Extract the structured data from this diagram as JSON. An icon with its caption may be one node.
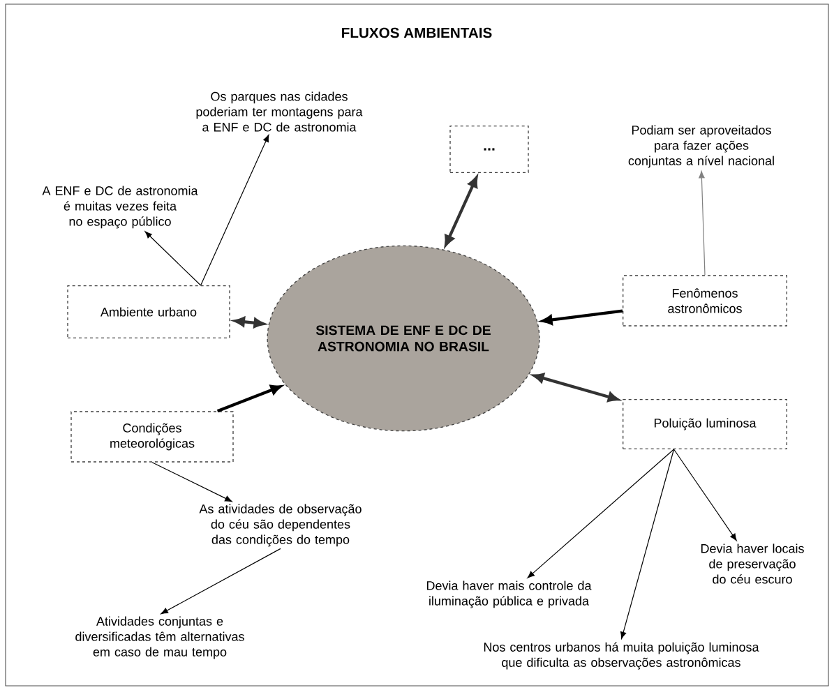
{
  "diagram": {
    "title": "FLUXOS AMBIENTAIS",
    "nodes": [
      {
        "text": [
          "SISTEMA DE ENF E DC DE ASTRONOMIA NO BRASIL"
        ]
      },
      {
        "text": [
          "..."
        ]
      },
      {
        "text": [
          "Ambiente urbano"
        ]
      },
      {
        "text": [
          "Fenômenos astronômicos"
        ]
      },
      {
        "text": [
          "Condições meteorológicas"
        ]
      },
      {
        "text": [
          "Poluição luminosa"
        ]
      },
      {
        "text": [
          "Os parques nas cidades poderiam ter montagens para a ENF e DC de astronomia"
        ]
      },
      {
        "text": [
          "A ENF e DC de astronomia é muitas vezes feita no espaço público"
        ]
      },
      {
        "text": [
          "Podiam ser aproveitados para fazer ações conjuntas a nível nacional"
        ]
      },
      {
        "text": [
          "As atividades de observação do céu são dependentes das condições do tempo"
        ]
      },
      {
        "text": [
          "Atividades conjuntas e diversificadas têm alternativas em caso de mau tempo"
        ]
      },
      {
        "text": [
          "Devia haver mais controle da iluminação pública e privada"
        ]
      },
      {
        "text": [
          "Devia haver locais de preservação do céu escuro"
        ]
      },
      {
        "text": [
          "Nos centros urbanos há muita poluição luminosa que dificulta as observações astronômicas"
        ]
      }
    ],
    "edges": [
      {
        "from": 0,
        "to": 1,
        "arrow": "both",
        "style": "thick",
        "color": "#333333"
      },
      {
        "from": 2,
        "to": 0,
        "arrow": "both",
        "style": "thick",
        "color": "#333333"
      },
      {
        "from": 3,
        "to": 0,
        "arrow": "to",
        "style": "thick"
      },
      {
        "from": 4,
        "to": 0,
        "arrow": "to",
        "style": "thick"
      },
      {
        "from": 0,
        "to": 5,
        "arrow": "both",
        "style": "thick",
        "color": "#333333"
      },
      {
        "from": 2,
        "to": 6,
        "arrow": "to"
      },
      {
        "from": 2,
        "to": 7,
        "arrow": "to"
      },
      {
        "from": 3,
        "to": 8,
        "arrow": "to",
        "color": "#808080"
      },
      {
        "from": 4,
        "to": 9,
        "arrow": "to"
      },
      {
        "from": 9,
        "to": 10,
        "arrow": "to"
      },
      {
        "from": 5,
        "to": 11,
        "arrow": "to"
      },
      {
        "from": 5,
        "to": 13,
        "arrow": "to"
      },
      {
        "from": 5,
        "to": 12,
        "arrow": "to"
      }
    ]
  }
}
